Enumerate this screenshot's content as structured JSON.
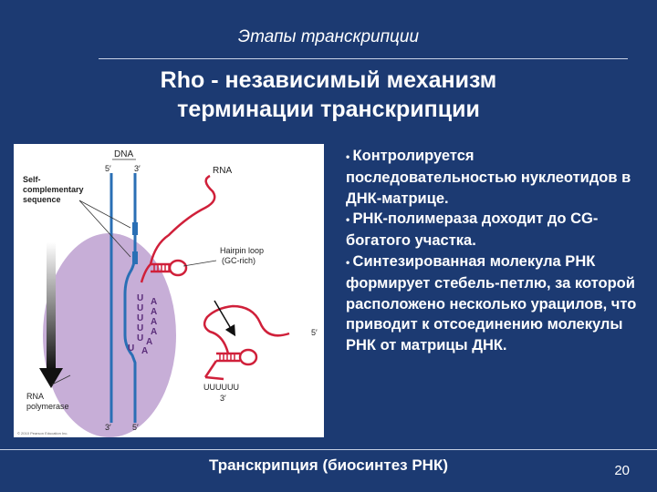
{
  "slide": {
    "top_title": "Этапы транскрипции",
    "heading_line1": "Rho - независимый механизм",
    "heading_line2": "терминации транскрипции",
    "bullets": [
      "Контролируется последовательностью нуклеотидов  в ДНК-матрице.",
      "РНК-полимераза доходит до CG-богатого участка.",
      "Синтезированная молекула РНК формирует стебель-петлю, за которой расположено несколько урацилов, что приводит к отсоединению молекулы РНК от матрицы ДНК."
    ],
    "footer": "Транскрипция (биосинтез РНК)",
    "slide_number": "20"
  },
  "figure": {
    "dna_label": "DNA",
    "five_prime": "5′",
    "three_prime": "3′",
    "self_comp_line1": "Self-",
    "self_comp_line2": "complementary",
    "self_comp_line3": "sequence",
    "rna_label": "RNA",
    "hairpin_line1": "Hairpin loop",
    "hairpin_line2": "(GC-rich)",
    "uracils": "UUUUUU",
    "polymerase_line1": "RNA",
    "polymerase_line2": "polymerase",
    "copyright": "© 2010 Pearson Education Inc.",
    "u_letters": [
      "U",
      "U",
      "U",
      "U",
      "U",
      "U"
    ],
    "a_letters": [
      "A",
      "A",
      "A",
      "A",
      "A",
      "A"
    ]
  },
  "colors": {
    "background": "#1c3a72",
    "dna_strand": "#2a6fb5",
    "rna_strand": "#d0203a",
    "polymerase": "#c7aed7"
  }
}
